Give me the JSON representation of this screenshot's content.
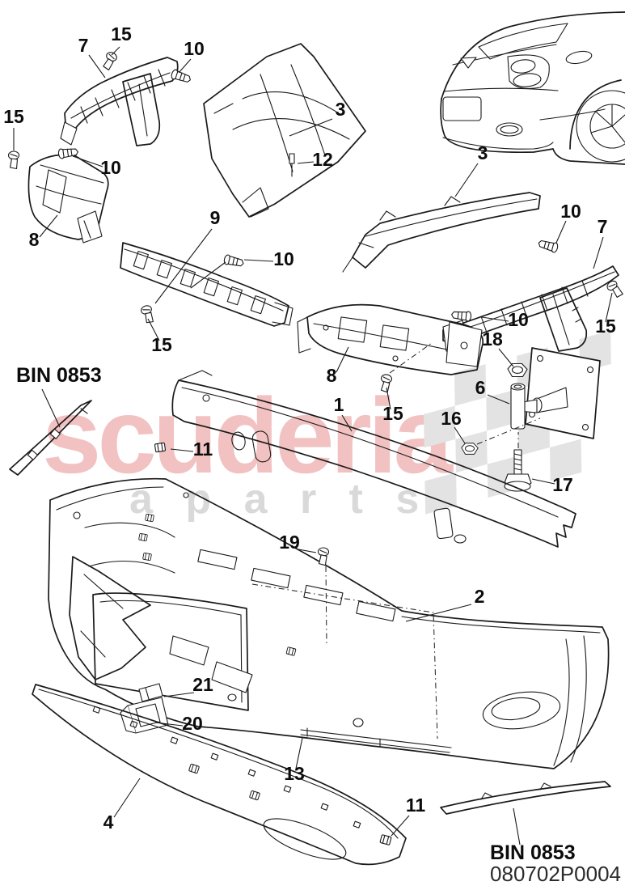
{
  "document": {
    "code": "080702P0004",
    "bin_top": "BIN 0853",
    "bin_bottom": "BIN 0853"
  },
  "watermark": {
    "brand": "scuderia",
    "subbrand": "a p a r t s",
    "brand_color": "#f2c2c2",
    "sub_color": "#d9d9d9",
    "flag_color": "#e3e3e3"
  },
  "callouts": [
    {
      "id": "screw-15-top-left",
      "label": "15"
    },
    {
      "id": "bracket-7-left",
      "label": "7"
    },
    {
      "id": "clip-10-top-left",
      "label": "10"
    },
    {
      "id": "screw-15-far-left",
      "label": "15"
    },
    {
      "id": "clip-10-left",
      "label": "10"
    },
    {
      "id": "absorber-8-left",
      "label": "8"
    },
    {
      "id": "shield-3-center",
      "label": "3"
    },
    {
      "id": "pin-12",
      "label": "12"
    },
    {
      "id": "bar-9",
      "label": "9"
    },
    {
      "id": "clip-10-center",
      "label": "10"
    },
    {
      "id": "screw-15-center",
      "label": "15"
    },
    {
      "id": "diffuser-3-right",
      "label": "3"
    },
    {
      "id": "clip-10-right-upper",
      "label": "10"
    },
    {
      "id": "bracket-7-right",
      "label": "7"
    },
    {
      "id": "clip-10-right-lower",
      "label": "10"
    },
    {
      "id": "screw-15-right",
      "label": "15"
    },
    {
      "id": "nut-18",
      "label": "18"
    },
    {
      "id": "absorber-8-right",
      "label": "8"
    },
    {
      "id": "impact-bar-1",
      "label": "1"
    },
    {
      "id": "screw-15-mid",
      "label": "15"
    },
    {
      "id": "sleeve-6",
      "label": "6"
    },
    {
      "id": "nut-16",
      "label": "16"
    },
    {
      "id": "bolt-17",
      "label": "17"
    },
    {
      "id": "screw-19",
      "label": "19"
    },
    {
      "id": "retainer-2",
      "label": "2"
    },
    {
      "id": "clip-21",
      "label": "21"
    },
    {
      "id": "bracket-20",
      "label": "20"
    },
    {
      "id": "bumper-cover-13",
      "label": "13"
    },
    {
      "id": "lower-strip-4",
      "label": "4"
    },
    {
      "id": "clip-11-bottom",
      "label": "11"
    },
    {
      "id": "clip-11-mid",
      "label": "11"
    }
  ]
}
